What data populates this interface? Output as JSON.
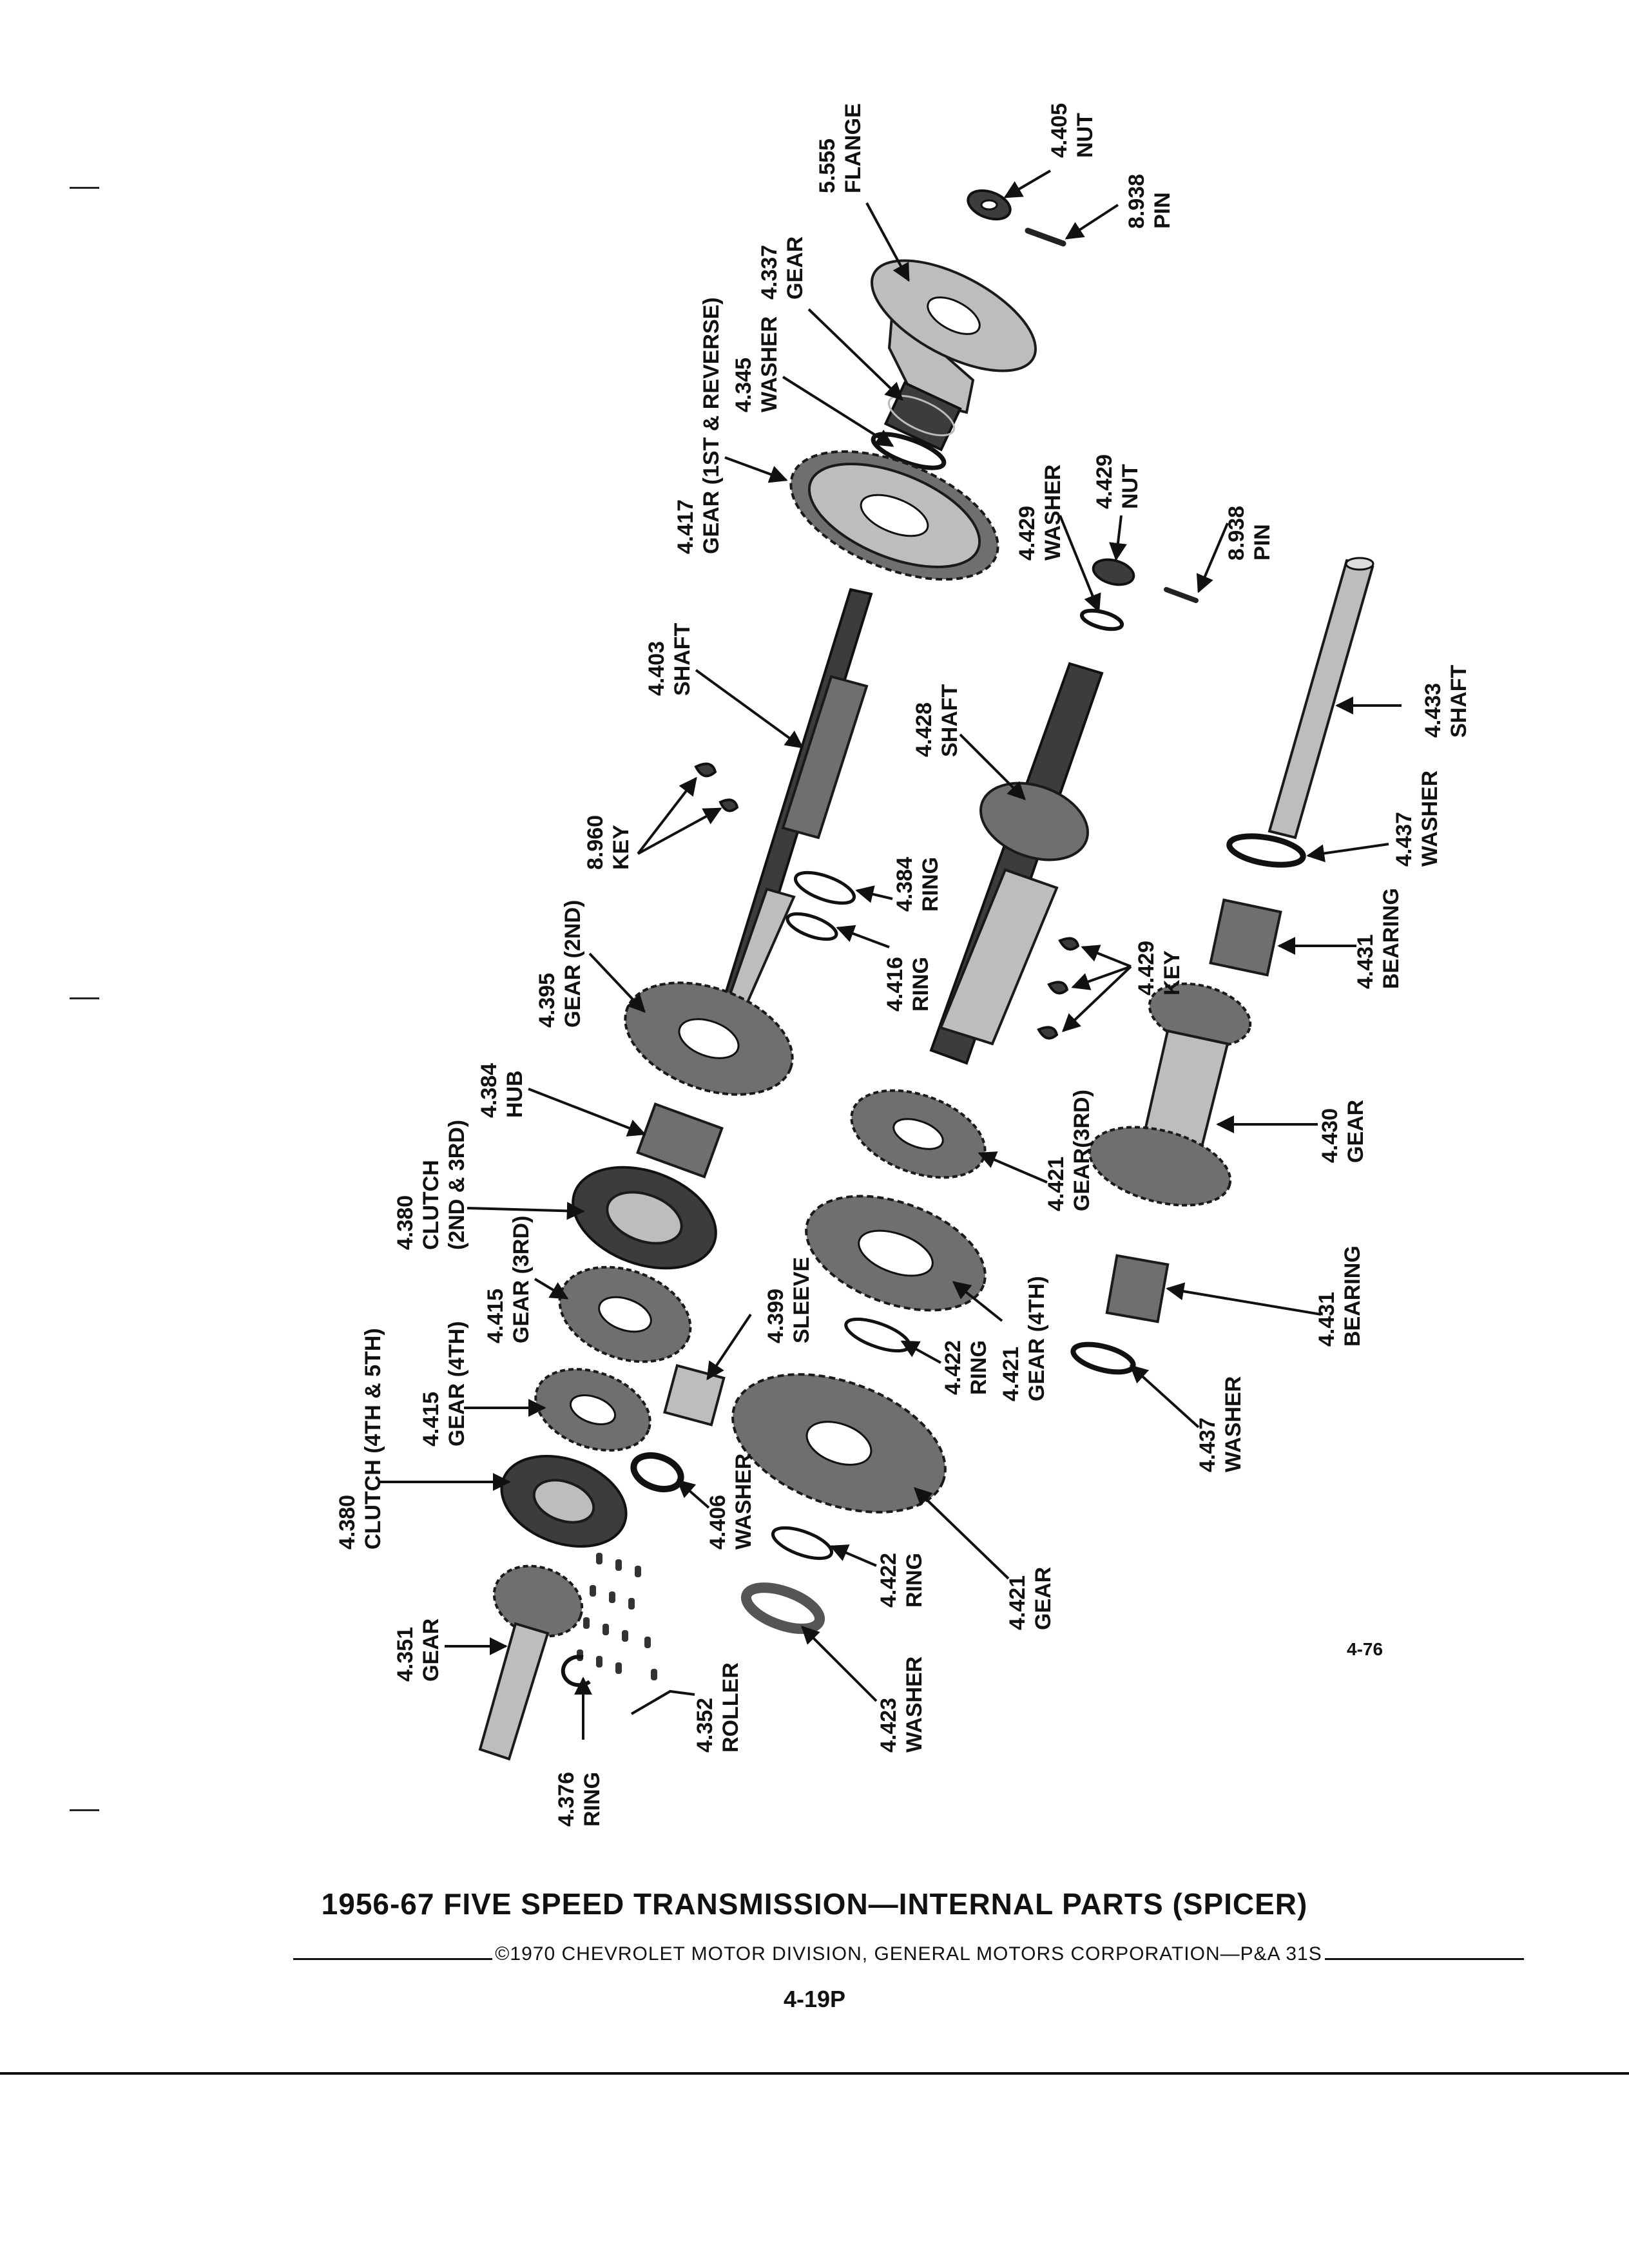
{
  "parts": [
    {
      "id": "p4405",
      "number": "4.405",
      "name": "NUT"
    },
    {
      "id": "p8938a",
      "number": "8.938",
      "name": "PIN"
    },
    {
      "id": "p5555",
      "number": "5.555",
      "name": "FLANGE"
    },
    {
      "id": "p4337",
      "number": "4.337",
      "name": "GEAR"
    },
    {
      "id": "p4345",
      "number": "4.345",
      "name": "WASHER"
    },
    {
      "id": "p4417",
      "number": "4.417",
      "name": "GEAR (1ST & REVERSE)"
    },
    {
      "id": "p4429n",
      "number": "4.429",
      "name": "NUT"
    },
    {
      "id": "p4429w",
      "number": "4.429",
      "name": "WASHER"
    },
    {
      "id": "p8938b",
      "number": "8.938",
      "name": "PIN"
    },
    {
      "id": "p4403",
      "number": "4.403",
      "name": "SHAFT"
    },
    {
      "id": "p4428",
      "number": "4.428",
      "name": "SHAFT"
    },
    {
      "id": "p4433",
      "number": "4.433",
      "name": "SHAFT"
    },
    {
      "id": "p8960",
      "number": "8.960",
      "name": "KEY"
    },
    {
      "id": "p4384r",
      "number": "4.384",
      "name": "RING"
    },
    {
      "id": "p4416",
      "number": "4.416",
      "name": "RING"
    },
    {
      "id": "p4437a",
      "number": "4.437",
      "name": "WASHER"
    },
    {
      "id": "p4429k",
      "number": "4.429",
      "name": "KEY"
    },
    {
      "id": "p4431a",
      "number": "4.431",
      "name": "BEARING"
    },
    {
      "id": "p4395",
      "number": "4.395",
      "name": "GEAR (2ND)"
    },
    {
      "id": "p4384h",
      "number": "4.384",
      "name": "HUB"
    },
    {
      "id": "p4430",
      "number": "4.430",
      "name": "GEAR"
    },
    {
      "id": "p4421c",
      "number": "4.421",
      "name": "GEAR(3RD)"
    },
    {
      "id": "p4380a",
      "number": "4.380",
      "name": "CLUTCH",
      "extra": "(2ND & 3RD)"
    },
    {
      "id": "p4415a",
      "number": "4.415",
      "name": "GEAR (3RD)"
    },
    {
      "id": "p4399",
      "number": "4.399",
      "name": "SLEEVE"
    },
    {
      "id": "p4421d",
      "number": "4.421",
      "name": "GEAR (4TH)"
    },
    {
      "id": "p4431b",
      "number": "4.431",
      "name": "BEARING"
    },
    {
      "id": "p4415b",
      "number": "4.415",
      "name": "GEAR (4TH)"
    },
    {
      "id": "p4422a",
      "number": "4.422",
      "name": "RING"
    },
    {
      "id": "p4380b",
      "number": "4.380",
      "name": "CLUTCH (4TH & 5TH)"
    },
    {
      "id": "p4406",
      "number": "4.406",
      "name": "WASHER"
    },
    {
      "id": "p4437b",
      "number": "4.437",
      "name": "WASHER"
    },
    {
      "id": "p4422b",
      "number": "4.422",
      "name": "RING"
    },
    {
      "id": "p4421g",
      "number": "4.421",
      "name": "GEAR"
    },
    {
      "id": "p4351",
      "number": "4.351",
      "name": "GEAR"
    },
    {
      "id": "p4423",
      "number": "4.423",
      "name": "WASHER"
    },
    {
      "id": "p4352",
      "number": "4.352",
      "name": "ROLLER"
    },
    {
      "id": "p4376",
      "number": "4.376",
      "name": "RING"
    }
  ],
  "figure_number": "4-76",
  "title": "1956-67 FIVE SPEED TRANSMISSION—INTERNAL PARTS (SPICER)",
  "credit": "©1970 CHEVROLET MOTOR DIVISION, GENERAL MOTORS CORPORATION—P&A 31S",
  "page_number": "4-19P"
}
